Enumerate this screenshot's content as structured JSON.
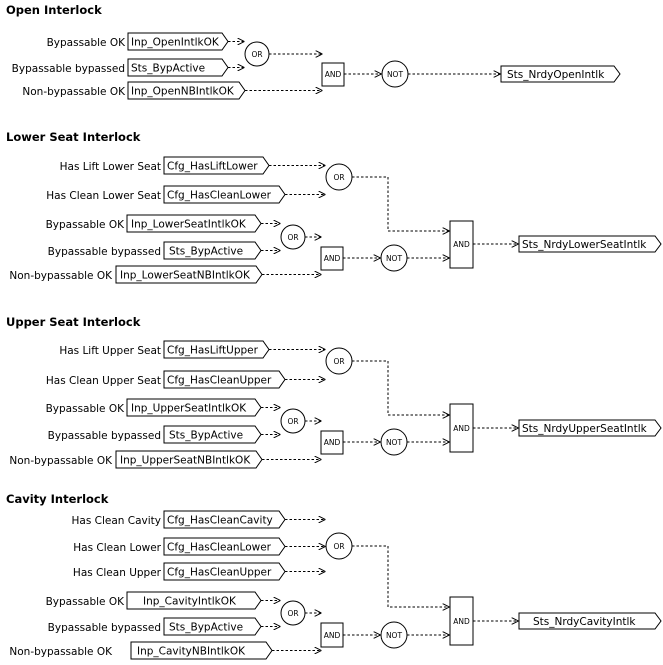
{
  "sections": [
    {
      "title": "Open Interlock",
      "inputs": [
        {
          "label": "Bypassable OK",
          "tag": "Inp_OpenIntlkOK"
        },
        {
          "label": "Bypassable bypassed",
          "tag": "Sts_BypActive"
        },
        {
          "label": "Non-bypassable OK",
          "tag": "Inp_OpenNBIntlkOK"
        }
      ],
      "gates": {
        "or": "OR",
        "and": "AND",
        "not": "NOT"
      },
      "output": "Sts_NrdyOpenIntlk"
    },
    {
      "title": "Lower Seat Interlock",
      "conditions": [
        {
          "label": "Has Lift Lower Seat",
          "tag": "Cfg_HasLiftLower"
        },
        {
          "label": "Has Clean Lower Seat",
          "tag": "Cfg_HasCleanLower"
        }
      ],
      "inputs": [
        {
          "label": "Bypassable OK",
          "tag": "Inp_LowerSeatIntlkOK"
        },
        {
          "label": "Bypassable bypassed",
          "tag": "Sts_BypActive"
        },
        {
          "label": "Non-bypassable OK",
          "tag": "Inp_LowerSeatNBIntlkOK"
        }
      ],
      "gates": {
        "or_cond": "OR",
        "or": "OR",
        "and": "AND",
        "not": "NOT",
        "and_final": "AND"
      },
      "output": "Sts_NrdyLowerSeatIntlk"
    },
    {
      "title": "Upper Seat Interlock",
      "conditions": [
        {
          "label": "Has Lift Upper Seat",
          "tag": "Cfg_HasLiftUpper"
        },
        {
          "label": "Has Clean Upper Seat",
          "tag": "Cfg_HasCleanUpper"
        }
      ],
      "inputs": [
        {
          "label": "Bypassable OK",
          "tag": "Inp_UpperSeatIntlkOK"
        },
        {
          "label": "Bypassable bypassed",
          "tag": "Sts_BypActive"
        },
        {
          "label": "Non-bypassable OK",
          "tag": "Inp_UpperSeatNBIntlkOK"
        }
      ],
      "gates": {
        "or_cond": "OR",
        "or": "OR",
        "and": "AND",
        "not": "NOT",
        "and_final": "AND"
      },
      "output": "Sts_NrdyUpperSeatIntlk"
    },
    {
      "title": "Cavity Interlock",
      "conditions": [
        {
          "label": "Has Clean Cavity",
          "tag": "Cfg_HasCleanCavity"
        },
        {
          "label": "Has Clean Lower",
          "tag": "Cfg_HasCleanLower"
        },
        {
          "label": "Has Clean Upper",
          "tag": "Cfg_HasCleanUpper"
        }
      ],
      "inputs": [
        {
          "label": "Bypassable OK",
          "tag": "Inp_CavityIntlkOK"
        },
        {
          "label": "Bypassable bypassed",
          "tag": "Sts_BypActive"
        },
        {
          "label": "Non-bypassable OK",
          "tag": "Inp_CavityNBIntlkOK"
        }
      ],
      "gates": {
        "or_cond": "OR",
        "or": "OR",
        "and": "AND",
        "not": "NOT",
        "and_final": "AND"
      },
      "output": "Sts_NrdyCavityIntlk"
    }
  ]
}
